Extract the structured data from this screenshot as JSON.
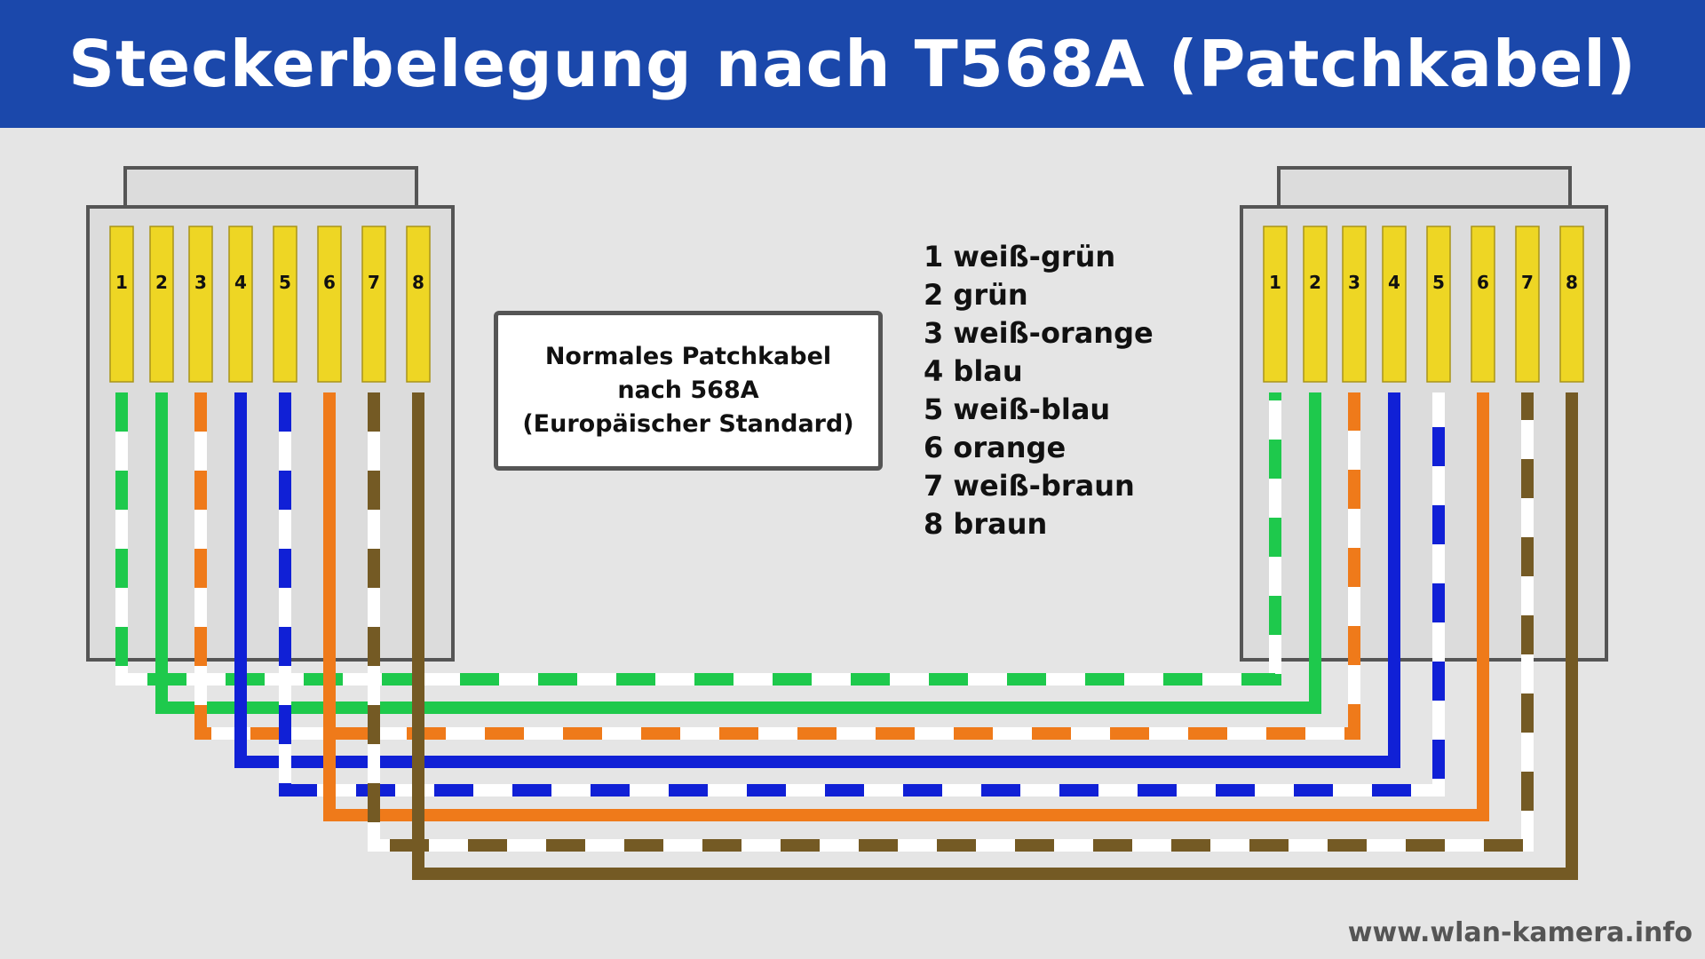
{
  "title": "Steckerbelegung nach T568A (Patchkabel)",
  "info_box": {
    "line1": "Normales Patchkabel",
    "line2": "nach 568A",
    "line3": "(Europäischer Standard)"
  },
  "legend": [
    "1 weiß-grün",
    "2 grün",
    "3 weiß-orange",
    "4 blau",
    "5 weiß-blau",
    "6 orange",
    "7 weiß-braun",
    "8 braun"
  ],
  "pin_labels": [
    "1",
    "2",
    "3",
    "4",
    "5",
    "6",
    "7",
    "8"
  ],
  "wires": [
    {
      "pin": 1,
      "color": "#1ec94c",
      "striped": true
    },
    {
      "pin": 2,
      "color": "#1ec94c",
      "striped": false
    },
    {
      "pin": 3,
      "color": "#ef7a1a",
      "striped": true
    },
    {
      "pin": 4,
      "color": "#1020d6",
      "striped": false
    },
    {
      "pin": 5,
      "color": "#1020d6",
      "striped": true
    },
    {
      "pin": 6,
      "color": "#ef7a1a",
      "striped": false
    },
    {
      "pin": 7,
      "color": "#745a24",
      "striped": true
    },
    {
      "pin": 8,
      "color": "#745a24",
      "striped": false
    }
  ],
  "colors": {
    "header": "#1b48ab",
    "background": "#e5e5e5",
    "pin": "#eed624",
    "connector_fill": "#dcdcdc",
    "connector_stroke": "#555555",
    "stripe": "#ffffff"
  },
  "watermark": "www.wlan-kamera.info"
}
